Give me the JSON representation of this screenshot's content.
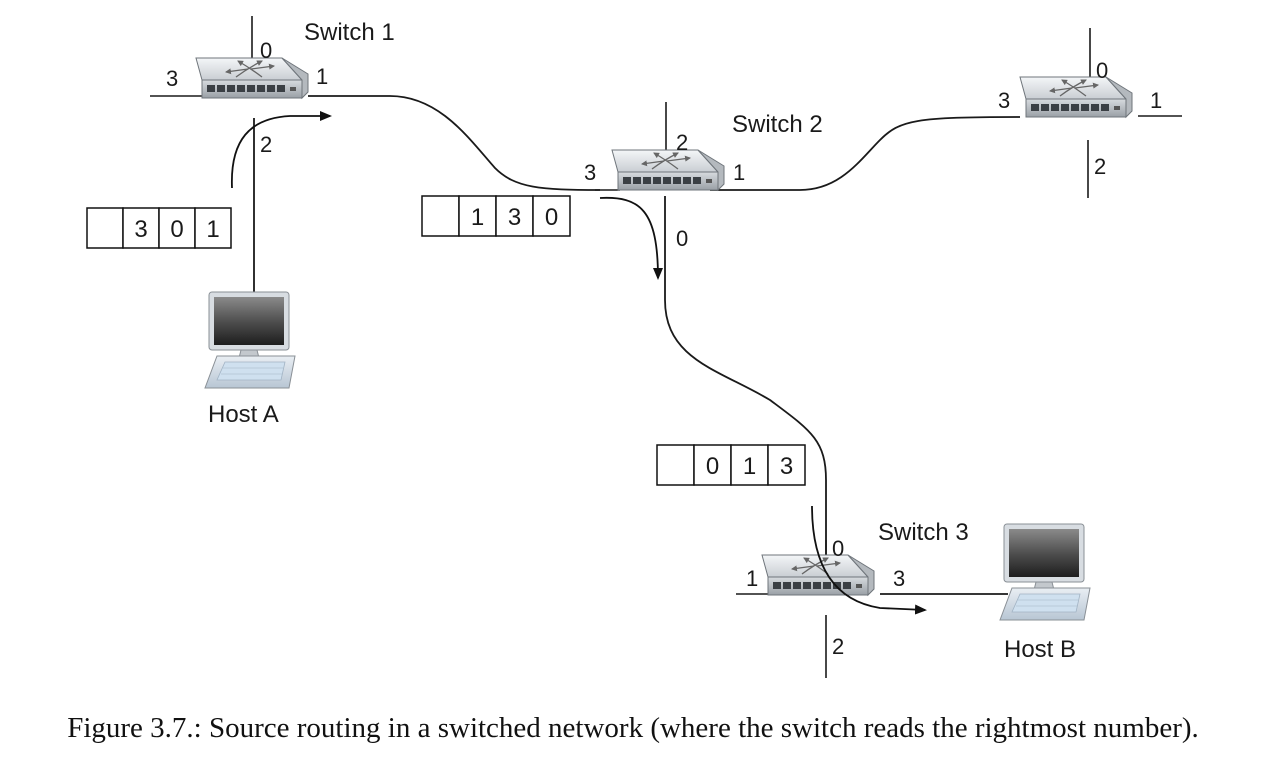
{
  "switches": [
    {
      "label": "Switch 1",
      "ports": [
        "0",
        "1",
        "2",
        "3"
      ]
    },
    {
      "label": "Switch 2",
      "ports": [
        "0",
        "1",
        "2",
        "3"
      ]
    },
    {
      "label": "",
      "ports": [
        "0",
        "1",
        "2",
        "3"
      ]
    },
    {
      "label": "Switch 3",
      "ports": [
        "0",
        "1",
        "2",
        "3"
      ]
    }
  ],
  "hosts": [
    {
      "label": "Host A"
    },
    {
      "label": "Host B"
    }
  ],
  "headers": [
    {
      "cells": [
        "",
        "3",
        "0",
        "1"
      ]
    },
    {
      "cells": [
        "",
        "1",
        "3",
        "0"
      ]
    },
    {
      "cells": [
        "",
        "0",
        "1",
        "3"
      ]
    }
  ],
  "caption": "Figure 3.7.: Source routing in a switched network (where the switch reads the rightmost number)."
}
